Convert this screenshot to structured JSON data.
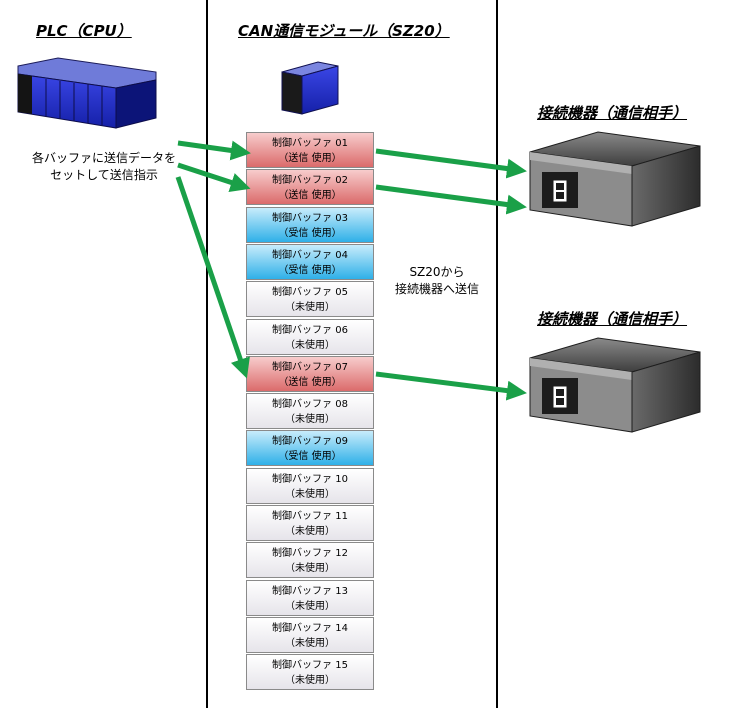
{
  "headings": {
    "plc": "PLC（CPU）",
    "can_module": "CAN通信モジュール（SZ20）",
    "device_top": "接続機器（通信相手）",
    "device_bottom": "接続機器（通信相手）"
  },
  "notes": {
    "plc_line1": "各バッファに送信データを",
    "plc_line2": "セットして送信指示",
    "sz20_line1": "SZ20から",
    "sz20_line2": "接続機器へ送信"
  },
  "buffers": [
    {
      "name": "制御バッファ 01",
      "status": "（送信 使用）",
      "type": "send"
    },
    {
      "name": "制御バッファ 02",
      "status": "（送信 使用）",
      "type": "send"
    },
    {
      "name": "制御バッファ 03",
      "status": "（受信 使用）",
      "type": "recv"
    },
    {
      "name": "制御バッファ 04",
      "status": "（受信 使用）",
      "type": "recv"
    },
    {
      "name": "制御バッファ 05",
      "status": "（未使用）",
      "type": "unused"
    },
    {
      "name": "制御バッファ 06",
      "status": "（未使用）",
      "type": "unused"
    },
    {
      "name": "制御バッファ 07",
      "status": "（送信 使用）",
      "type": "send"
    },
    {
      "name": "制御バッファ 08",
      "status": "（未使用）",
      "type": "unused"
    },
    {
      "name": "制御バッファ 09",
      "status": "（受信 使用）",
      "type": "recv"
    },
    {
      "name": "制御バッファ 10",
      "status": "（未使用）",
      "type": "unused"
    },
    {
      "name": "制御バッファ 11",
      "status": "（未使用）",
      "type": "unused"
    },
    {
      "name": "制御バッファ 12",
      "status": "（未使用）",
      "type": "unused"
    },
    {
      "name": "制御バッファ 13",
      "status": "（未使用）",
      "type": "unused"
    },
    {
      "name": "制御バッファ 14",
      "status": "（未使用）",
      "type": "unused"
    },
    {
      "name": "制御バッファ 15",
      "status": "（未使用）",
      "type": "unused"
    }
  ],
  "colors": {
    "arrow": "#1aa048",
    "send_buffer": "#db6b6b",
    "recv_buffer": "#2fb0e8",
    "unused_buffer": "#e6e4ea",
    "module_blue": "#1f2bd0"
  },
  "icons": {
    "plc": "plc-rack-icon",
    "module": "can-module-icon",
    "device": "device-box-icon"
  }
}
